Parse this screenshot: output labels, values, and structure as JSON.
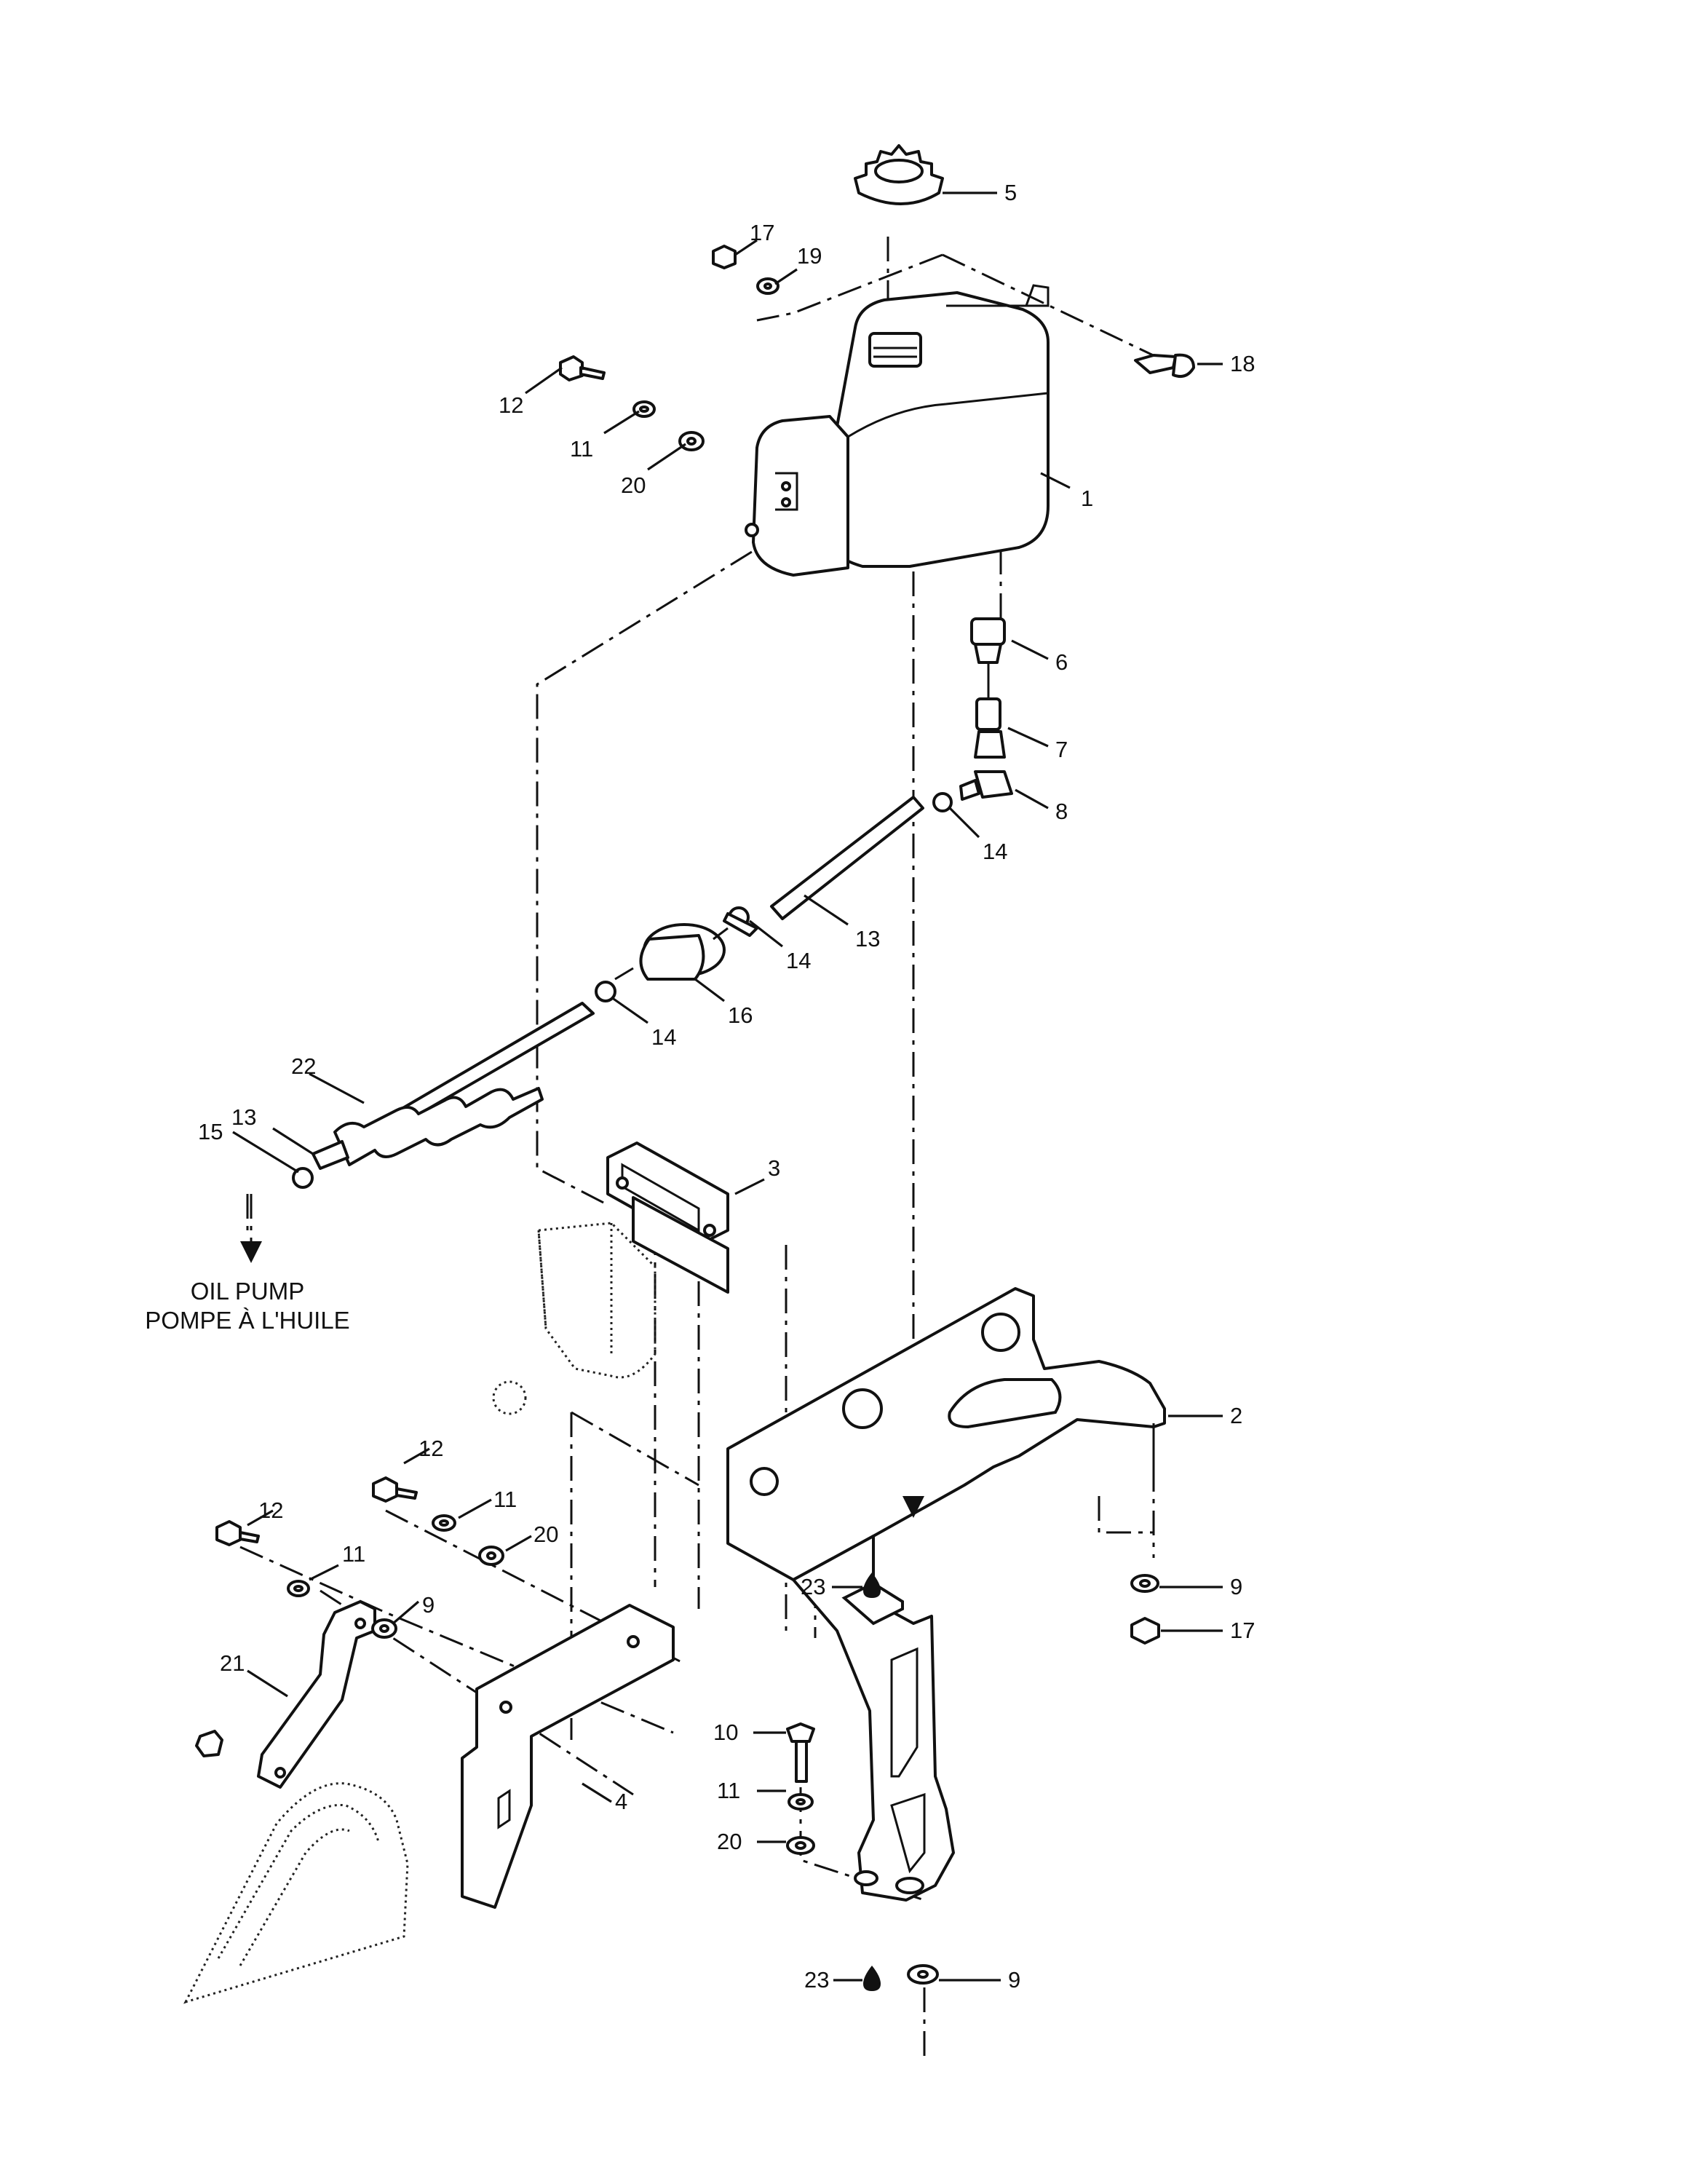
{
  "diagram": {
    "callouts": {
      "c1": "1",
      "c2": "2",
      "c3": "3",
      "c4": "4",
      "c5": "5",
      "c6": "6",
      "c7": "7",
      "c8": "8",
      "c9a": "9",
      "c9b": "9",
      "c9c": "9",
      "c10": "10",
      "c11a": "11",
      "c11b": "11",
      "c11c": "11",
      "c11d": "11",
      "c12a": "12",
      "c12b": "12",
      "c12c": "12",
      "c13a": "13",
      "c13b": "13",
      "c14a": "14",
      "c14b": "14",
      "c14c": "14",
      "c15": "15",
      "c16": "16",
      "c17a": "17",
      "c17b": "17",
      "c18": "18",
      "c19": "19",
      "c20a": "20",
      "c20b": "20",
      "c20c": "20",
      "c21": "21",
      "c22": "22",
      "c23a": "23",
      "c23b": "23"
    },
    "destination": {
      "line1": "OIL PUMP",
      "line2": "POMPE À L'HUILE"
    }
  }
}
